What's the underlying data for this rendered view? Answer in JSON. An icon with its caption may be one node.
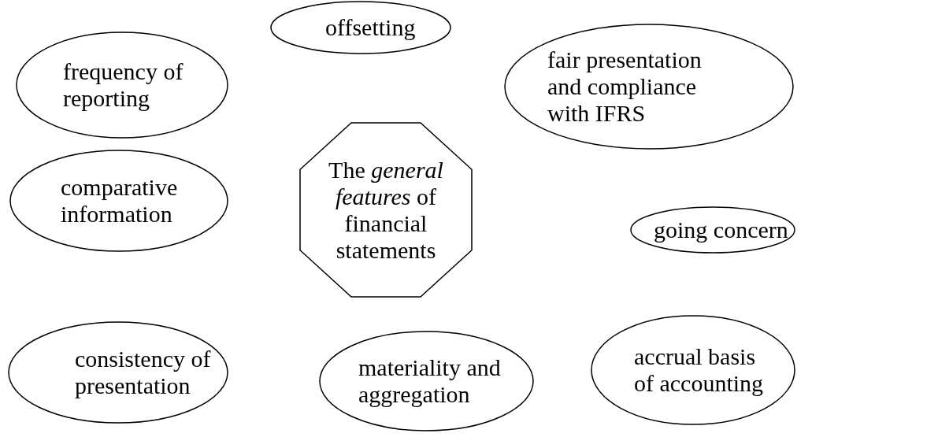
{
  "diagram": {
    "nodes": [
      {
        "text": [
          "offsetting"
        ]
      },
      {
        "text": [
          "frequency of reporting"
        ]
      },
      {
        "text": [
          "fair presentation and compliance with IFRS"
        ]
      },
      {
        "text": [
          "comparative information"
        ]
      },
      {
        "text": [
          "The *general features* of financial statements"
        ]
      },
      {
        "text": [
          "going concern"
        ]
      },
      {
        "text": [
          "consistency of presentation"
        ]
      },
      {
        "text": [
          "materiality and aggregation"
        ]
      },
      {
        "text": [
          "accrual basis of accounting"
        ]
      }
    ]
  }
}
